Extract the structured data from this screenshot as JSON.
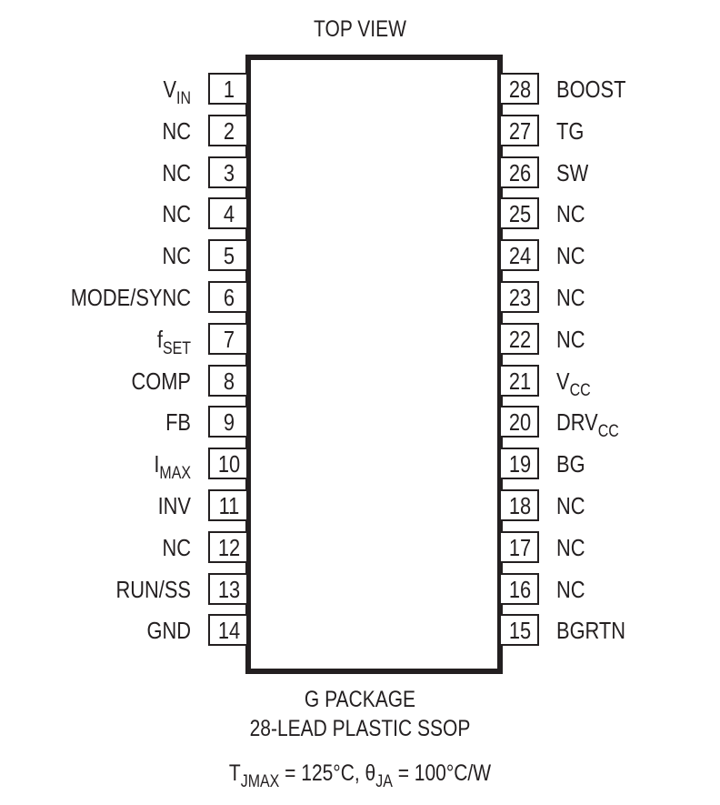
{
  "title": "TOP VIEW",
  "package": {
    "name": "G PACKAGE",
    "description": "28-LEAD PLASTIC SSOP"
  },
  "thermal": {
    "tj_symbol": "T",
    "tj_sub": "JMAX",
    "tj_value": " = 125°C, ",
    "theta_symbol": "θ",
    "theta_sub": "JA",
    "theta_value": " = 100°C/W"
  },
  "colors": {
    "line": "#231f20",
    "background": "#ffffff"
  },
  "left_pins": [
    {
      "num": "1",
      "name": "V",
      "sub": "IN"
    },
    {
      "num": "2",
      "name": "NC",
      "sub": ""
    },
    {
      "num": "3",
      "name": "NC",
      "sub": ""
    },
    {
      "num": "4",
      "name": "NC",
      "sub": ""
    },
    {
      "num": "5",
      "name": "NC",
      "sub": ""
    },
    {
      "num": "6",
      "name": "MODE/SYNC",
      "sub": ""
    },
    {
      "num": "7",
      "name": "f",
      "sub": "SET"
    },
    {
      "num": "8",
      "name": "COMP",
      "sub": ""
    },
    {
      "num": "9",
      "name": "FB",
      "sub": ""
    },
    {
      "num": "10",
      "name": "I",
      "sub": "MAX"
    },
    {
      "num": "11",
      "name": "INV",
      "sub": ""
    },
    {
      "num": "12",
      "name": "NC",
      "sub": ""
    },
    {
      "num": "13",
      "name": "RUN/SS",
      "sub": ""
    },
    {
      "num": "14",
      "name": "GND",
      "sub": ""
    }
  ],
  "right_pins": [
    {
      "num": "28",
      "name": "BOOST",
      "sub": ""
    },
    {
      "num": "27",
      "name": "TG",
      "sub": ""
    },
    {
      "num": "26",
      "name": "SW",
      "sub": ""
    },
    {
      "num": "25",
      "name": "NC",
      "sub": ""
    },
    {
      "num": "24",
      "name": "NC",
      "sub": ""
    },
    {
      "num": "23",
      "name": "NC",
      "sub": ""
    },
    {
      "num": "22",
      "name": "NC",
      "sub": ""
    },
    {
      "num": "21",
      "name": "V",
      "sub": "CC"
    },
    {
      "num": "20",
      "name": "DRV",
      "sub": "CC"
    },
    {
      "num": "19",
      "name": "BG",
      "sub": ""
    },
    {
      "num": "18",
      "name": "NC",
      "sub": ""
    },
    {
      "num": "17",
      "name": "NC",
      "sub": ""
    },
    {
      "num": "16",
      "name": "NC",
      "sub": ""
    },
    {
      "num": "15",
      "name": "BGRTN",
      "sub": ""
    }
  ]
}
